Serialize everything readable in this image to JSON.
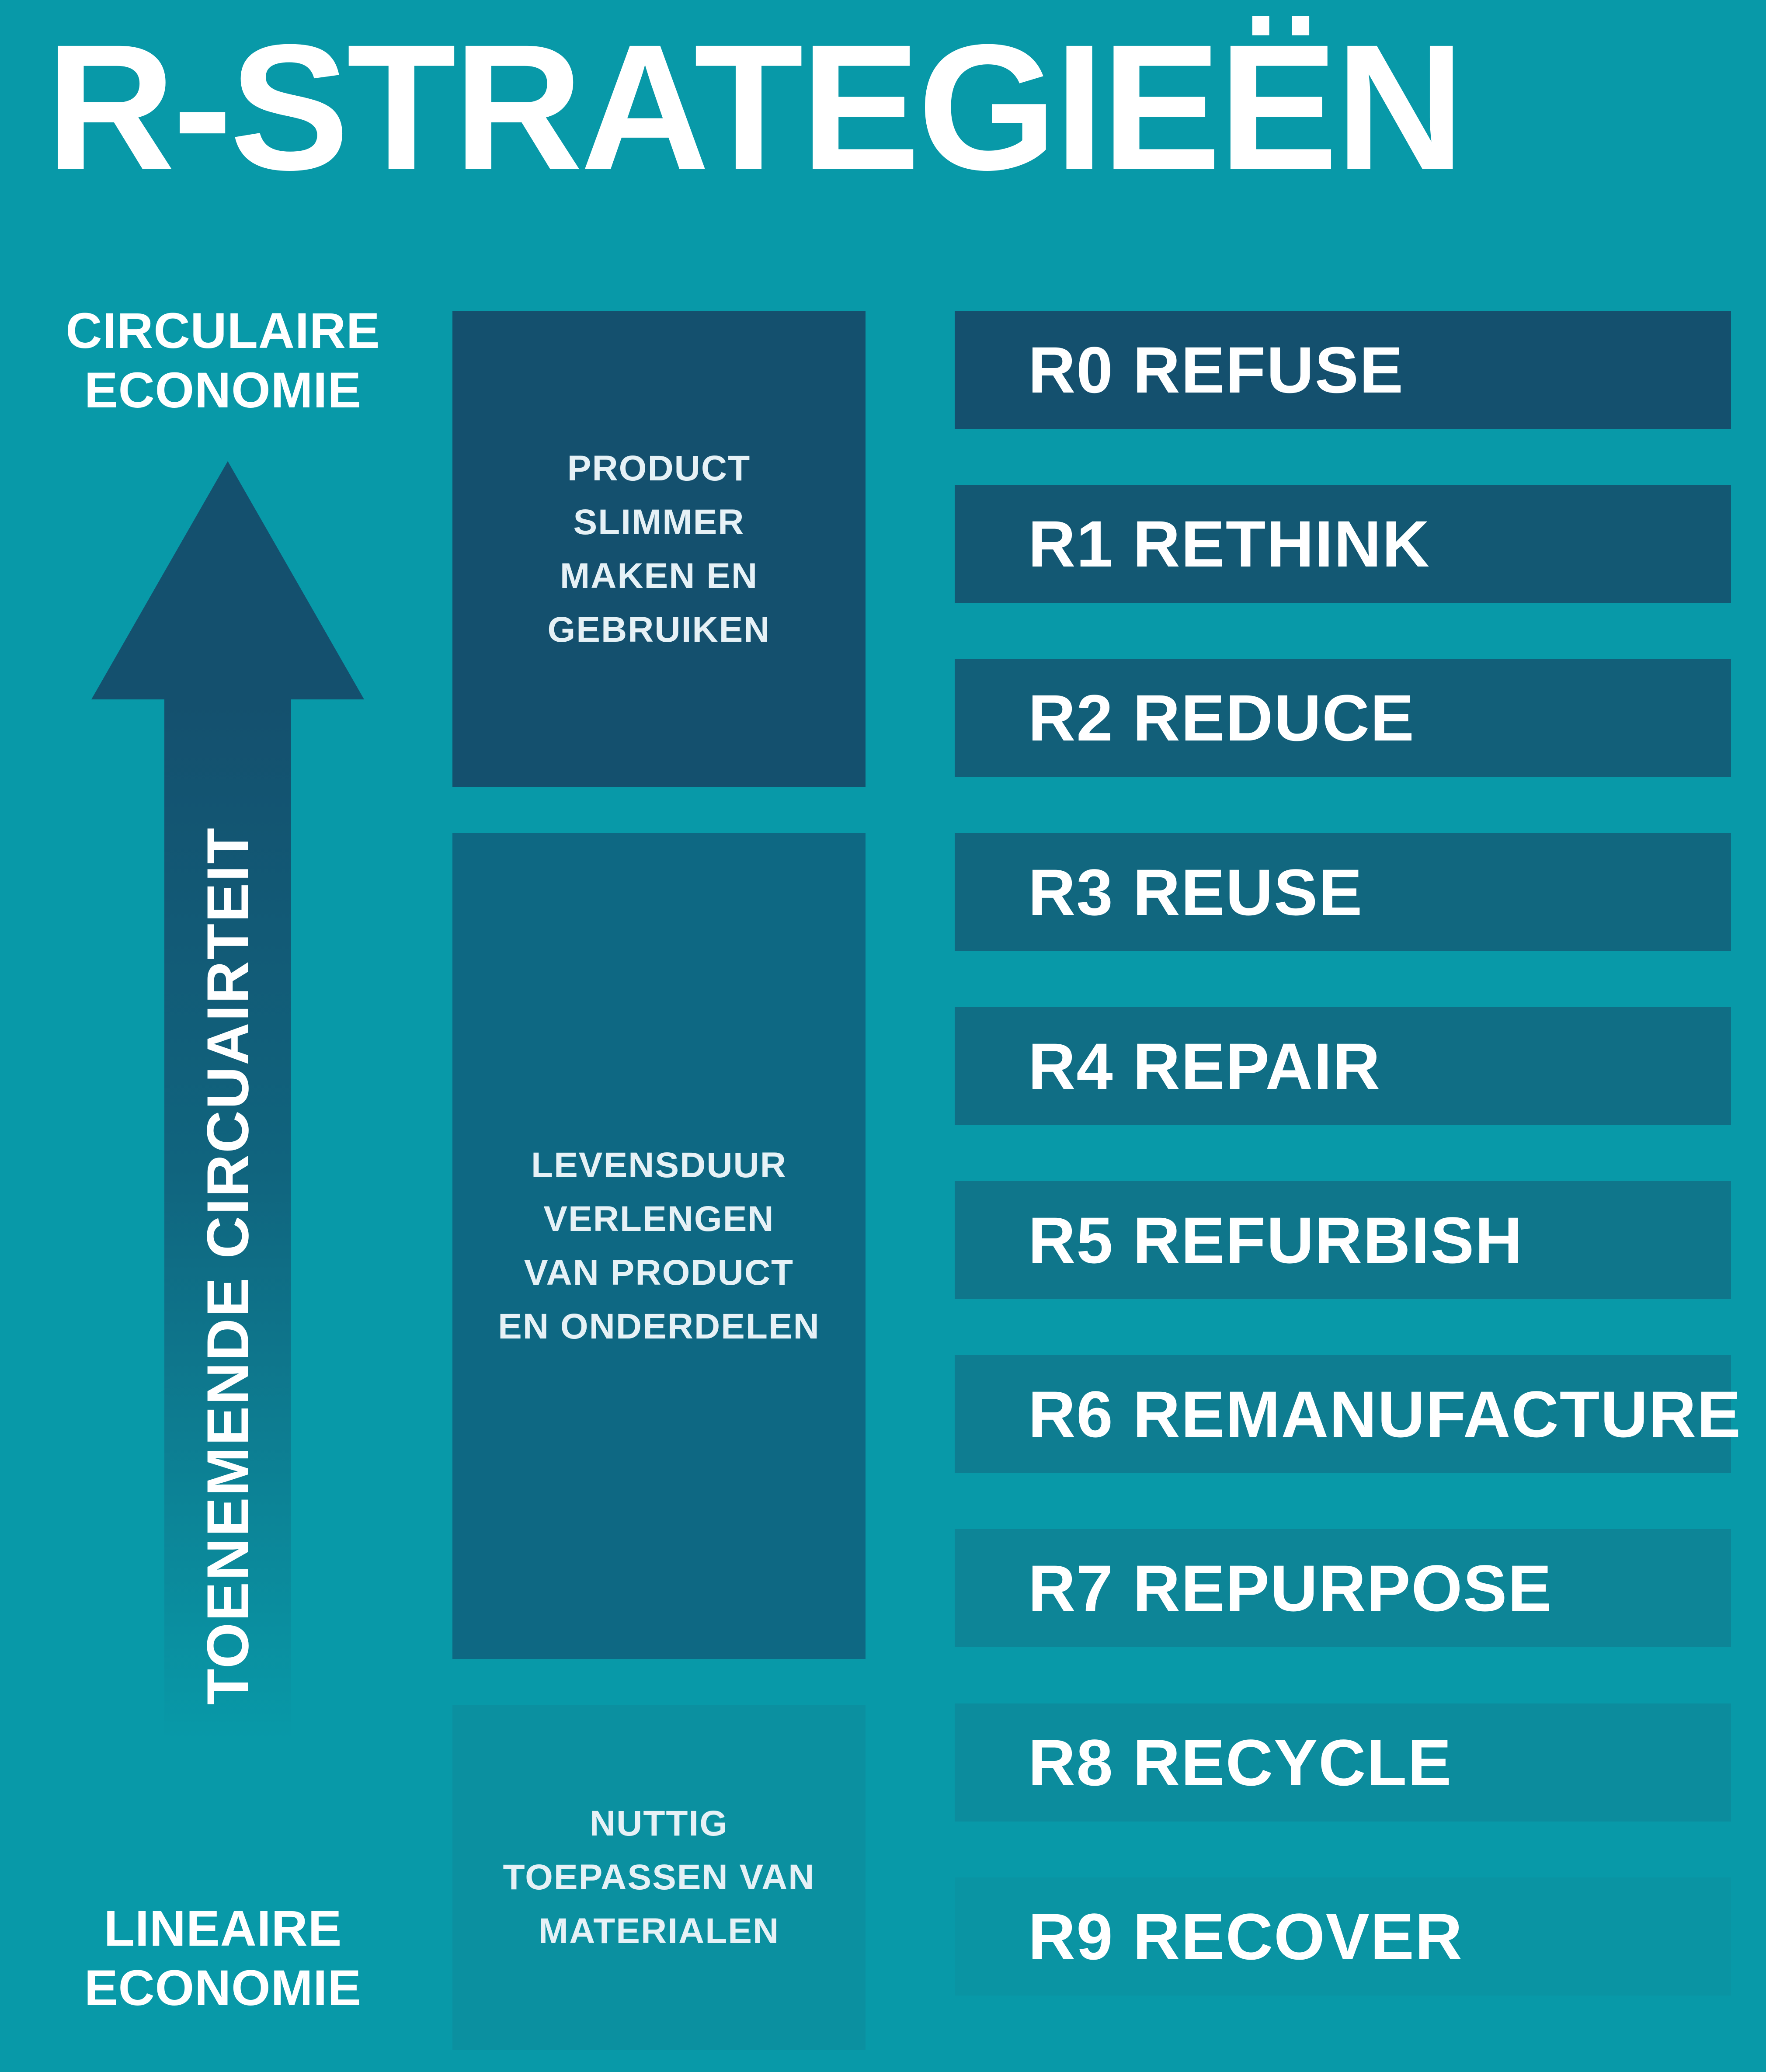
{
  "title": "R-STRATEGIEËN",
  "left_column": {
    "top_label_lines": [
      "CIRCULAIRE",
      "ECONOMIE"
    ],
    "arrow_label": "TOENEMENDE CIRCUAIRTEIT",
    "bottom_label_lines": [
      "LINEAIRE",
      "ECONOMIE"
    ]
  },
  "groups": [
    {
      "name": "PRODUCT SLIMMER MAKEN EN GEBRUIKEN",
      "lines": [
        "PRODUCT",
        "SLIMMER",
        "MAKEN EN",
        "GEBRUIKEN"
      ],
      "background": "#14506E"
    },
    {
      "name": "LEVENSDUUR VERLENGEN VAN PRODUCT EN ONDERDELEN",
      "lines": [
        "LEVENSDUUR",
        "VERLENGEN",
        "VAN PRODUCT",
        "EN ONDERDELEN"
      ],
      "background": "#0E6883"
    },
    {
      "name": "NUTTIG TOEPASSEN VAN MATERIALEN",
      "lines": [
        "NUTTIG",
        "TOEPASSEN VAN",
        "MATERIALEN"
      ],
      "background": "#0B90A0"
    }
  ],
  "strategies": [
    {
      "label": "R0 REFUSE",
      "color": "#14506E"
    },
    {
      "label": "R1 RETHINK",
      "color": "#135873"
    },
    {
      "label": "R2 REDUCE",
      "color": "#125F79"
    },
    {
      "label": "R3 REUSE",
      "color": "#11677F"
    },
    {
      "label": "R4 REPAIR",
      "color": "#106E85"
    },
    {
      "label": "R5 REFURBISH",
      "color": "#0F768B"
    },
    {
      "label": "R6 REMANUFACTURE",
      "color": "#0E7D91"
    },
    {
      "label": "R7 REPURPOSE",
      "color": "#0D8597"
    },
    {
      "label": "R8 RECYCLE",
      "color": "#0C8C9D"
    },
    {
      "label": "R9 RECOVER",
      "color": "#0A94A3"
    }
  ],
  "colors": {
    "background": "#0899A8",
    "title_text": "#FFFFFF",
    "side_label_text": "#FFFFFF",
    "arrow": "#14506E",
    "group_box_text": "#E6F1F6",
    "bar_text": "#FFFFFF"
  }
}
